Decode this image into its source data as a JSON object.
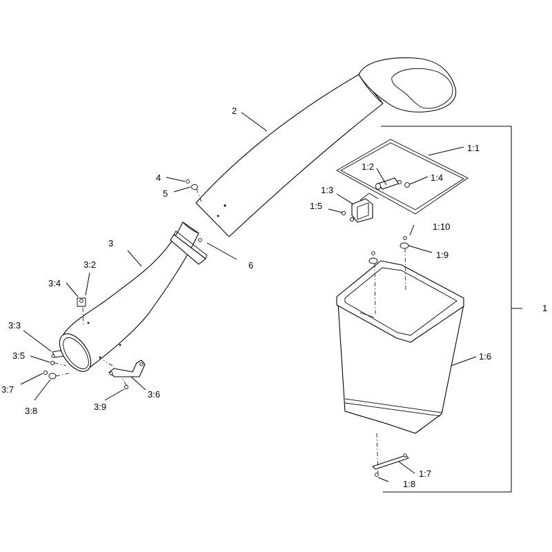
{
  "callouts": {
    "c2": "2",
    "c3": "3",
    "c4": "4",
    "c5": "5",
    "c6": "6",
    "c1": "1",
    "c1_1": "1:1",
    "c1_2": "1:2",
    "c1_3": "1:3",
    "c1_4": "1:4",
    "c1_5": "1:5",
    "c1_6": "1:6",
    "c1_7": "1:7",
    "c1_8": "1:8",
    "c1_9": "1:9",
    "c1_10": "1:10",
    "c3_2": "3:2",
    "c3_3": "3:3",
    "c3_4": "3:4",
    "c3_5": "3:5",
    "c3_6": "3:6",
    "c3_7": "3:7",
    "c3_8": "3:8",
    "c3_9": "3:9"
  }
}
